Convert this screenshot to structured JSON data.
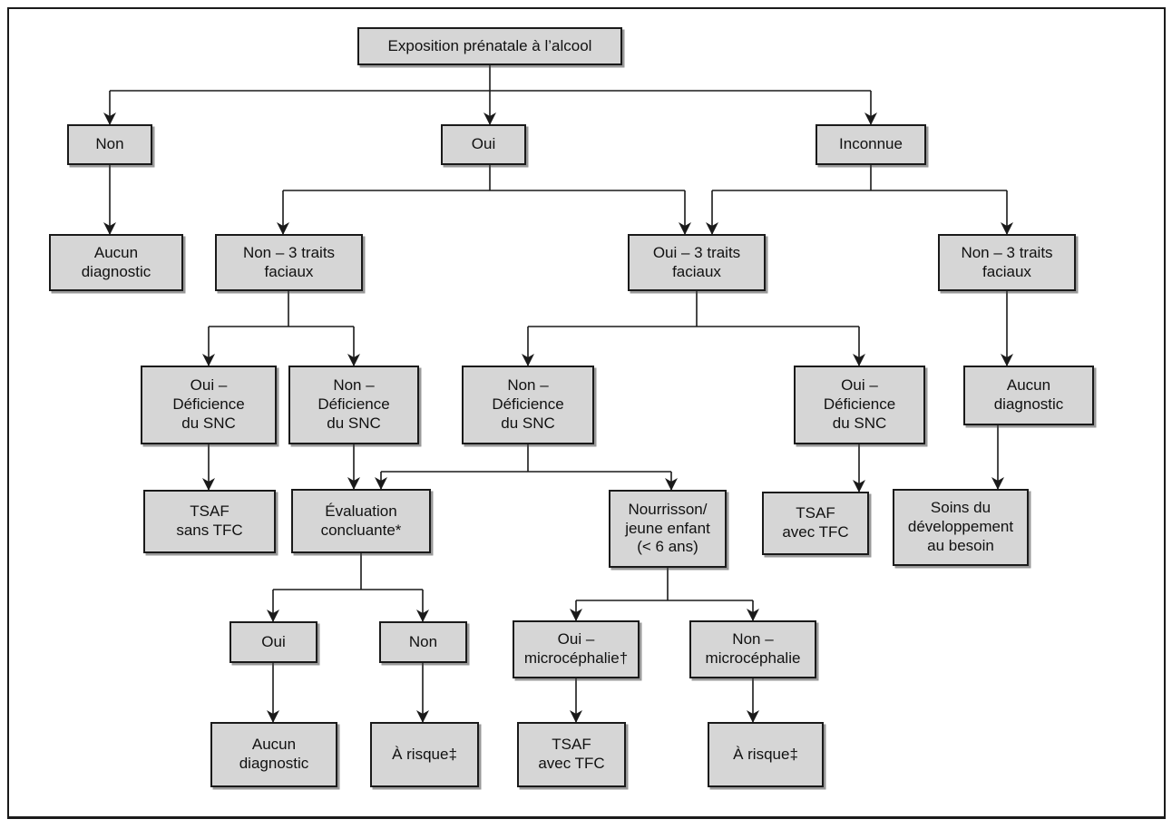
{
  "colors": {
    "background": "#ffffff",
    "box_fill": "#d6d6d6",
    "box_border": "#1a1a1a",
    "line_color": "#1a1a1a"
  },
  "nodes": {
    "root": {
      "label": "Exposition prénatale à l’alcool"
    },
    "exposure_no": {
      "label": "Non"
    },
    "exposure_yes": {
      "label": "Oui"
    },
    "exposure_unknown": {
      "label": "Inconnue"
    },
    "no_diagnosis_left": {
      "label": "Aucun\ndiagnostic"
    },
    "facial_no_left": {
      "label": "Non – 3 traits\nfaciaux"
    },
    "facial_yes": {
      "label": "Oui – 3 traits\nfaciaux"
    },
    "facial_no_right": {
      "label": "Non – 3 traits\nfaciaux"
    },
    "cns_yes_left": {
      "label": "Oui –\nDéficience\ndu SNC"
    },
    "cns_no_left": {
      "label": "Non –\nDéficience\ndu SNC"
    },
    "cns_no_mid": {
      "label": "Non –\nDéficience\ndu SNC"
    },
    "cns_yes_right": {
      "label": "Oui –\nDéficience\ndu SNC"
    },
    "no_diagnosis_right": {
      "label": "Aucun\ndiagnostic"
    },
    "fasd_without_tfc": {
      "label": "TSAF\nsans TFC"
    },
    "conclusive_eval": {
      "label": "Évaluation\nconcluante*"
    },
    "infant": {
      "label": "Nourrisson/\njeune enfant\n(< 6 ans)"
    },
    "fasd_with_tfc_mid": {
      "label": "TSAF\navec TFC"
    },
    "developmental_care": {
      "label": "Soins du\ndéveloppement\nau besoin"
    },
    "eval_yes": {
      "label": "Oui"
    },
    "eval_no": {
      "label": "Non"
    },
    "microcephaly_yes": {
      "label": "Oui –\nmicrocéphalie†"
    },
    "microcephaly_no": {
      "label": "Non –\nmicrocéphalie"
    },
    "no_diagnosis_bottom": {
      "label": "Aucun\ndiagnostic"
    },
    "at_risk_left": {
      "label": "À risque‡"
    },
    "fasd_with_tfc_bottom": {
      "label": "TSAF\navec TFC"
    },
    "at_risk_right": {
      "label": "À risque‡"
    }
  }
}
